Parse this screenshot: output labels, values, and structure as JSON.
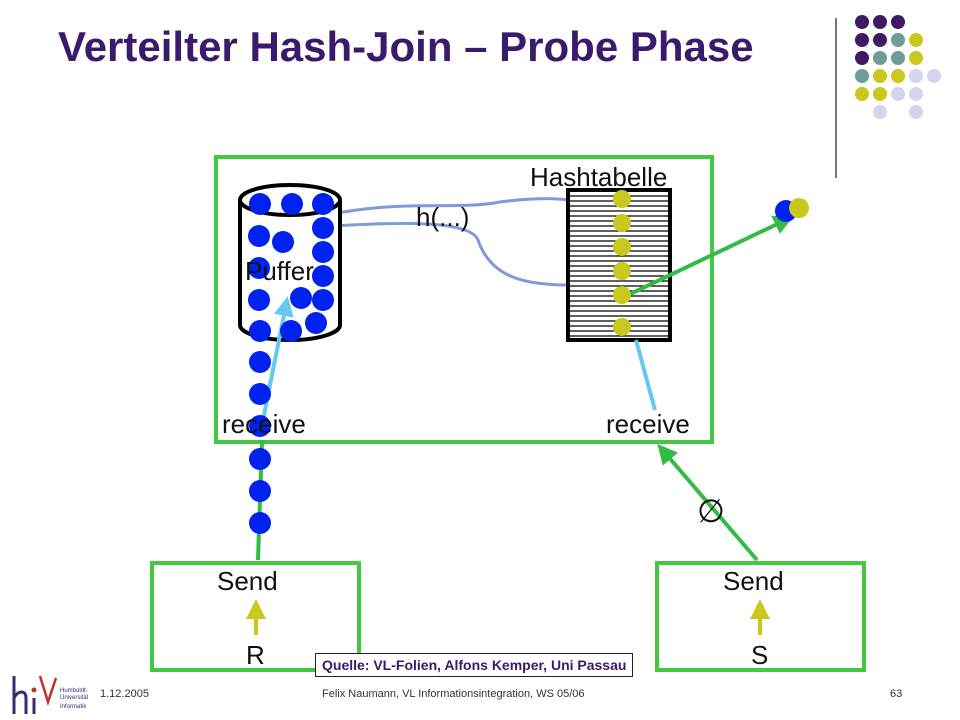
{
  "slide": {
    "title": "Verteilter Hash-Join – Probe Phase",
    "labels": {
      "hashtable": "Hashtabelle",
      "hash_fn": "h(...)",
      "buffer": "Puffer",
      "receive_left": "receive",
      "receive_right": "receive",
      "empty_set": "∅",
      "send_left": "Send",
      "send_right": "Send",
      "relation_r": "R",
      "relation_s": "S"
    },
    "credit": "Quelle: VL-Folien, Alfons Kemper, Uni Passau",
    "footer": {
      "date": "1.12.2005",
      "author": "Felix Naumann,  VL Informationsintegration, WS 05/06",
      "page": "63"
    },
    "logo_text": [
      "Humboldt-",
      "Universität",
      "Informatik"
    ]
  },
  "colors": {
    "title": "#3a1a6a",
    "box_border": "#44c844",
    "blue_tuple": "#0022ee",
    "yellow_tuple": "#c8c81e",
    "arrow_green": "#33bb44",
    "arrow_cyan": "#66c8f0",
    "hash_line": "#7f9ad8"
  }
}
